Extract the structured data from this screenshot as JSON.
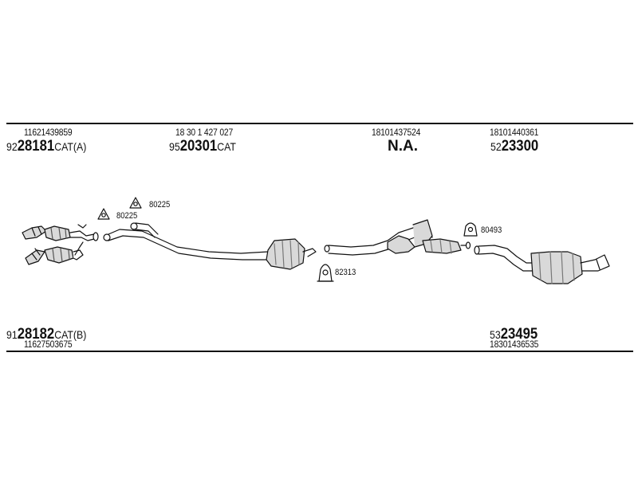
{
  "top_row": {
    "col1": {
      "oe": "11621439859",
      "prefix": "92",
      "code": "28181",
      "suffix": "CAT(A)"
    },
    "col2": {
      "oe": "18 30 1 427 027",
      "prefix": "95",
      "code": "20301",
      "suffix": "CAT"
    },
    "col3": {
      "oe": "18101437524",
      "text": "N.A."
    },
    "col4": {
      "oe": "18101440361",
      "prefix": "52",
      "code": "23300",
      "suffix": ""
    }
  },
  "bottom_row": {
    "col1": {
      "oe": "11627503675",
      "prefix": "91",
      "code": "28182",
      "suffix": "CAT(B)"
    },
    "col4": {
      "oe": "18301436535",
      "prefix": "53",
      "code": "23495",
      "suffix": ""
    }
  },
  "hardware": {
    "gasket_a": "80225",
    "gasket_b": "80225",
    "clamp": "82313",
    "hanger": "80493"
  },
  "colors": {
    "line": "#111111",
    "fill": "#d9d9d9",
    "shade": "#9a9a9a"
  }
}
